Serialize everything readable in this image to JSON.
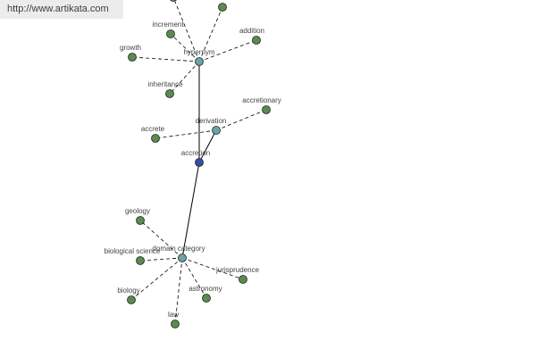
{
  "banner": {
    "url": "http://www.artikata.com"
  },
  "colors": {
    "leaf": "#5b8c4e",
    "relation": "#6aa3a8",
    "root": "#2f4fa8"
  },
  "graph": {
    "root": "accretion",
    "relations": [
      {
        "label": "hypernym",
        "words": [
          "increment",
          "addition",
          "growth",
          "inheritance",
          "",
          ""
        ]
      },
      {
        "label": "derivation",
        "words": [
          "accretionary",
          "accrete"
        ]
      },
      {
        "label": "domain category",
        "words": [
          "geology",
          "biological science",
          "biology",
          "law",
          "astronomy",
          "jurisprudence"
        ]
      }
    ]
  }
}
